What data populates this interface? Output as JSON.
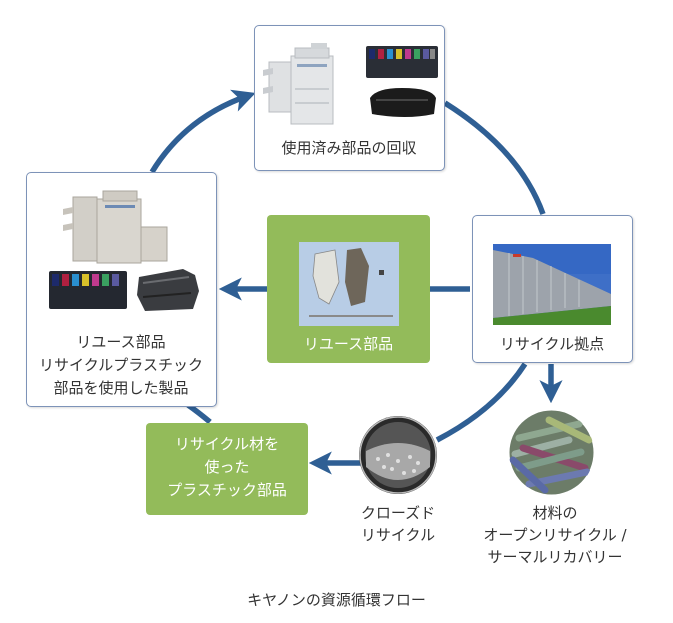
{
  "title": "キヤノンの資源循環フロー",
  "colors": {
    "arrow": "#2f5f94",
    "box_border": "#7d93b8",
    "green_box": "#93bb5a",
    "text": "#333333"
  },
  "nodes": {
    "collection": {
      "label": "使用済み部品の回収",
      "images": [
        "multifunction-printer",
        "ink-cartridges",
        "toner-cartridge"
      ]
    },
    "products": {
      "lines": [
        "リユース部品",
        "リサイクルプラスチック",
        "部品を使用した製品"
      ],
      "images": [
        "multifunction-printer",
        "ink-cartridges",
        "toner-cartridge"
      ]
    },
    "reuse_parts": {
      "label": "リユース部品",
      "images": [
        "reused-metal-parts"
      ]
    },
    "recycling_base": {
      "label": "リサイクル拠点",
      "images": [
        "recycling-factory-building"
      ]
    },
    "recycled_plastic": {
      "lines": [
        "リサイクル材を",
        "使った",
        "プラスチック部品"
      ]
    },
    "closed_recycle": {
      "lines": [
        "クローズド",
        "リサイクル"
      ],
      "images": [
        "plastic-pellets"
      ]
    },
    "open_recycle": {
      "lines": [
        "材料の",
        "オープンリサイクル /",
        "サーマルリカバリー"
      ],
      "images": [
        "mixed-materials"
      ]
    }
  },
  "edges": [
    {
      "from": "products",
      "to": "collection",
      "label": ""
    },
    {
      "from": "collection",
      "to": "recycling_base",
      "label": ""
    },
    {
      "from": "recycling_base",
      "to": "reuse_parts",
      "label": ""
    },
    {
      "from": "reuse_parts",
      "to": "products",
      "label": ""
    },
    {
      "from": "recycling_base",
      "to": "closed_recycle",
      "label": ""
    },
    {
      "from": "closed_recycle",
      "to": "recycled_plastic",
      "label": ""
    },
    {
      "from": "recycled_plastic",
      "to": "products",
      "label": ""
    },
    {
      "from": "recycling_base",
      "to": "open_recycle",
      "label": ""
    }
  ]
}
